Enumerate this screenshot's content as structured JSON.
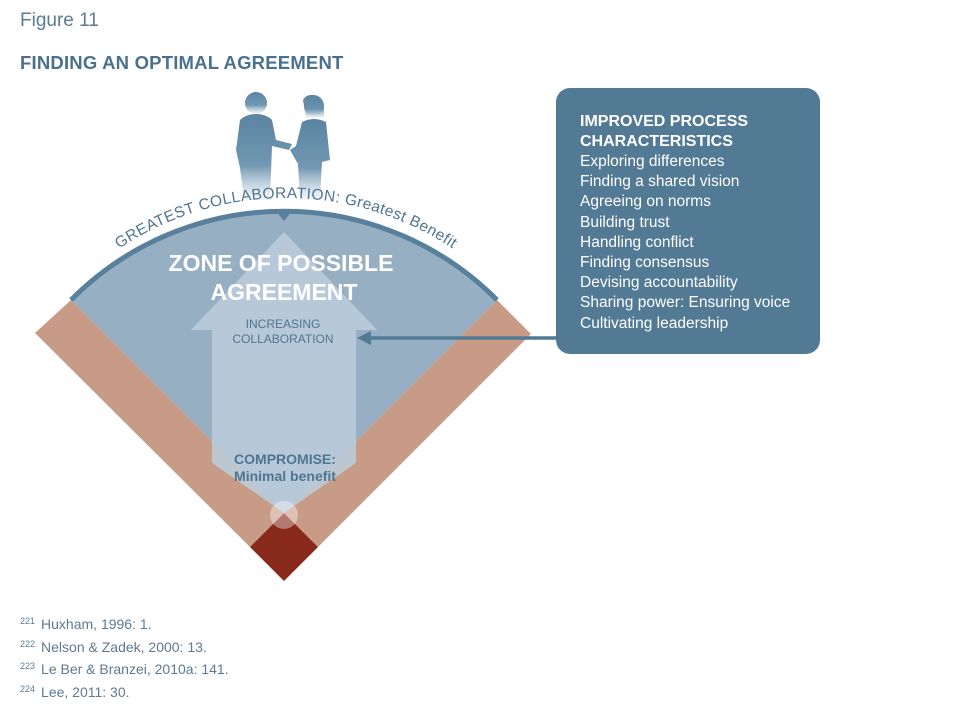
{
  "figure": {
    "label": "Figure 11",
    "title": "FINDING AN OPTIMAL AGREEMENT"
  },
  "diagram": {
    "arc_label": "GREATEST COLLABORATION: Greatest Benefit",
    "zone_line1": "ZONE OF POSSIBLE",
    "zone_line2": "AGREEMENT",
    "arrow_line1": "INCREASING",
    "arrow_line2": "COLLABORATION",
    "base_line1": "COMPROMISE:",
    "base_line2": "Minimal benefit",
    "people_icon": "handshake-people-icon",
    "colors": {
      "zone": "#97afc3",
      "wedge_arc": "#587f9b",
      "band": "#c79b86",
      "base": "#87291b",
      "arrow": "#bccddb",
      "panel": "#527a95",
      "title": "#4a7090"
    }
  },
  "panel": {
    "heading_line1": "IMPROVED PROCESS",
    "heading_line2": "CHARACTERISTICS",
    "items": [
      "Exploring differences",
      "Finding a shared vision",
      "Agreeing on norms",
      "Building trust",
      "Handling conflict",
      "Finding consensus",
      "Devising accountability",
      "Sharing power: Ensuring voice",
      "Cultivating leadership"
    ]
  },
  "footnotes": [
    {
      "num": "221",
      "text": "Huxham, 1996: 1."
    },
    {
      "num": "222",
      "text": "Nelson & Zadek, 2000: 13."
    },
    {
      "num": "223",
      "text": "Le Ber & Branzei, 2010a: 141."
    },
    {
      "num": "224",
      "text": "Lee, 2011: 30."
    }
  ]
}
